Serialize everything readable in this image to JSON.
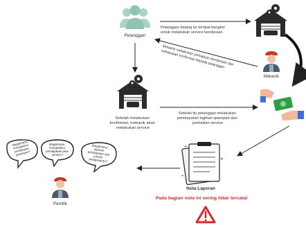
{
  "colors": {
    "arrow": "#222222",
    "warning": "#d62828",
    "customer": "#8fc3b4",
    "building": "#2b2b2b",
    "money": "#2f9e44",
    "hand": "#f2b89a"
  },
  "nodes": {
    "pelanggan": "Pelanggan",
    "mekanik": "Mekanik",
    "service_text": [
      "Setelah melakukan",
      "konfirmasi, mekanik akan",
      "melakukan service"
    ],
    "pemilik": "Pemilik",
    "nota_title": "Nota Laporan",
    "nota_warning": "Pada bagian nota ini sering tidak tercatat"
  },
  "edges": {
    "arrive": [
      "Pelanggan datang ke tempat bengkel",
      "untuk melakukan service kendaraan"
    ],
    "confirm": [
      "Mekanik melakukan perbaikan kendaraan dan",
      "melakukan konfirmasi kepada pelanggan"
    ],
    "payment": [
      "Setelah itu pelanggan melakukan",
      "pembayaran tagihan sparepart dan",
      "perbaikan service"
    ]
  },
  "bubbles": [
    [
      "Bagaimana",
      "mengetahui",
      "pemakaian",
      "sparepart?"
    ],
    [
      "Bagaimana",
      "mengetahui",
      "pendapatan jasa",
      "service?"
    ],
    [
      "Bagaimana",
      "laporan",
      "pendapatan dan",
      "jumlah",
      "pengeluaran?"
    ]
  ]
}
